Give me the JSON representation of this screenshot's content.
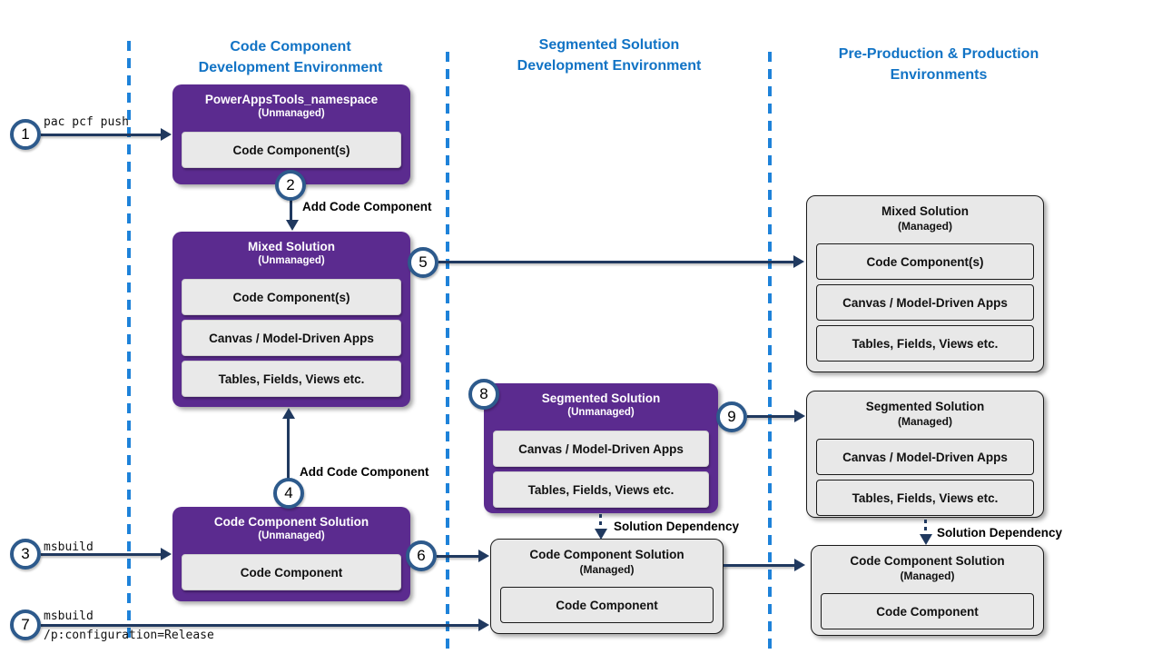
{
  "headers": {
    "col1_line1": "Code Component",
    "col1_line2": "Development Environment",
    "col2_line1": "Segmented Solution",
    "col2_line2": "Development Environment",
    "col3_line1": "Pre-Production & Production",
    "col3_line2": "Environments"
  },
  "boxes": {
    "powerapps": {
      "title": "PowerAppsTools_namespace",
      "subtitle": "(Unmanaged)",
      "items": [
        "Code Component(s)"
      ]
    },
    "mixed_unmanaged": {
      "title": "Mixed Solution",
      "subtitle": "(Unmanaged)",
      "items": [
        "Code Component(s)",
        "Canvas / Model-Driven Apps",
        "Tables, Fields, Views etc."
      ]
    },
    "ccs_unmanaged": {
      "title": "Code Component Solution",
      "subtitle": "(Unmanaged)",
      "items": [
        "Code Component"
      ]
    },
    "segmented_unmanaged": {
      "title": "Segmented Solution",
      "subtitle": "(Unmanaged)",
      "items": [
        "Canvas / Model-Driven Apps",
        "Tables, Fields, Views etc."
      ]
    },
    "ccs_managed_mid": {
      "title": "Code Component Solution",
      "subtitle": "(Managed)",
      "items": [
        "Code Component"
      ]
    },
    "mixed_managed": {
      "title": "Mixed Solution",
      "subtitle": "(Managed)",
      "items": [
        "Code Component(s)",
        "Canvas / Model-Driven Apps",
        "Tables, Fields, Views etc."
      ]
    },
    "segmented_managed": {
      "title": "Segmented Solution",
      "subtitle": "(Managed)",
      "items": [
        "Canvas / Model-Driven Apps",
        "Tables, Fields, Views etc."
      ]
    },
    "ccs_managed_right": {
      "title": "Code Component Solution",
      "subtitle": "(Managed)",
      "items": [
        "Code Component"
      ]
    }
  },
  "steps": {
    "s1": "1",
    "s2": "2",
    "s3": "3",
    "s4": "4",
    "s5": "5",
    "s6": "6",
    "s7": "7",
    "s8": "8",
    "s9": "9"
  },
  "labels": {
    "cmd_step1": "pac pcf push",
    "cmd_step3": "msbuild",
    "cmd_step7_line1": "msbuild",
    "cmd_step7_line2": "/p:configuration=Release",
    "add_code_component_top": "Add Code Component",
    "add_code_component_bottom": "Add Code Component",
    "solution_dependency_mid": "Solution Dependency",
    "solution_dependency_right": "Solution Dependency"
  },
  "colors": {
    "purple": "#5B2B8F",
    "header_blue": "#1173C5",
    "dashed_line_blue": "#1E82D9",
    "arrow_navy": "#20395F",
    "managed_gray": "#E8E8E8"
  }
}
